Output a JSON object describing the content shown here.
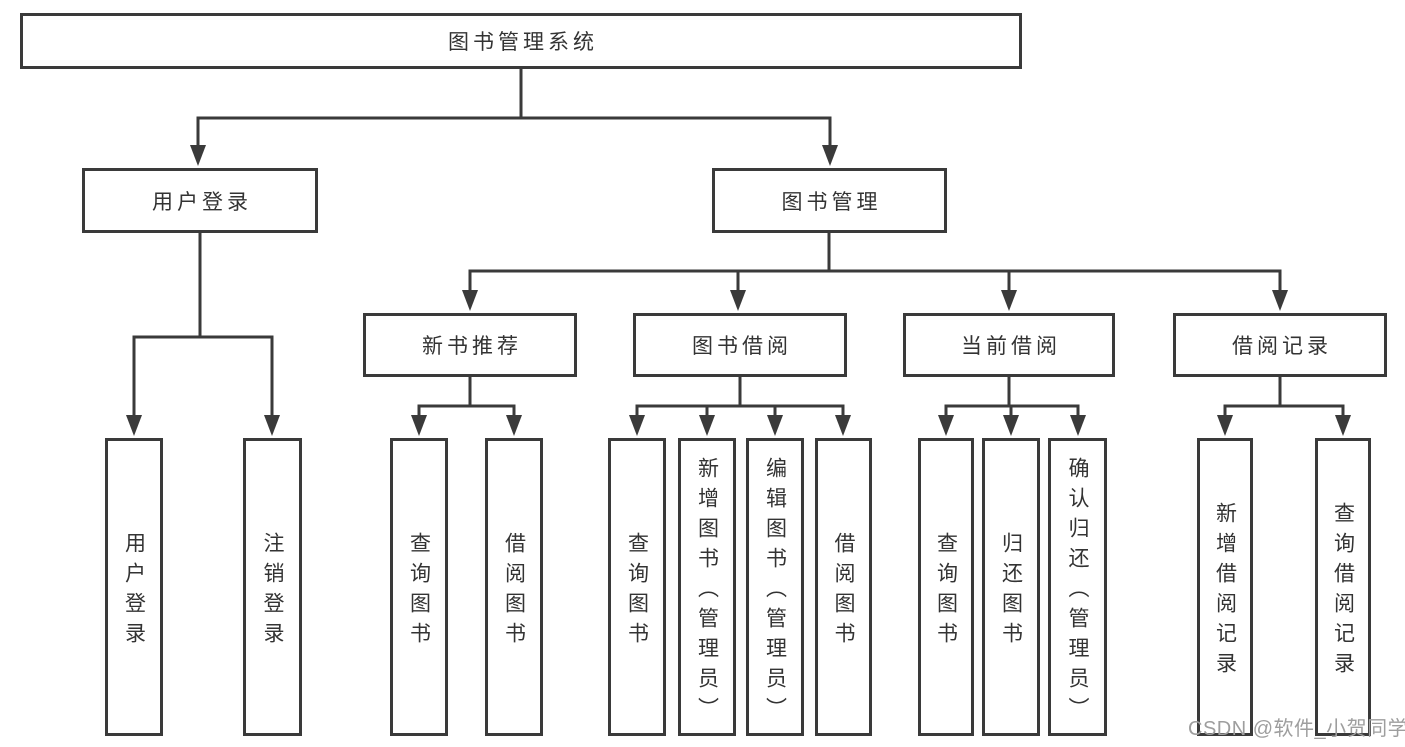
{
  "tree": {
    "root": "图书管理系统",
    "branches": [
      {
        "label": "用户登录",
        "leaves": [
          "用户登录",
          "注销登录"
        ]
      },
      {
        "label": "图书管理",
        "children": [
          {
            "label": "新书推荐",
            "leaves": [
              "查询图书",
              "借阅图书"
            ]
          },
          {
            "label": "图书借阅",
            "leaves": [
              "查询图书",
              "新增图书（管理员）",
              "编辑图书（管理员）",
              "借阅图书"
            ]
          },
          {
            "label": "当前借阅",
            "leaves": [
              "查询图书",
              "归还图书",
              "确认归还（管理员）"
            ]
          },
          {
            "label": "借阅记录",
            "leaves": [
              "新增借阅记录",
              "查询借阅记录"
            ]
          }
        ]
      }
    ]
  },
  "watermark": {
    "text": "CSDN @软件_小贺同学"
  },
  "colors": {
    "line": "#3a3a3a",
    "text": "#333333",
    "watermark": "#9e9e9e",
    "background": "#ffffff"
  }
}
